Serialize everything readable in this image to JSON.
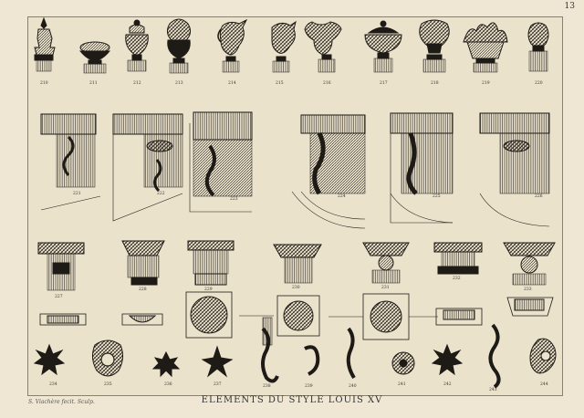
{
  "plate": {
    "number": "13",
    "caption": "ELEMENTS DU STYLE LOUIS XV",
    "signature": "S. Viachère fecit. Sculp."
  },
  "row_vases": {
    "labels": [
      "210",
      "211",
      "212",
      "213",
      "214",
      "215",
      "216",
      "217",
      "218",
      "219",
      "220"
    ]
  },
  "row_cornices": {
    "labels": [
      "221",
      "222",
      "223",
      "224",
      "225",
      "226"
    ]
  },
  "row_capitals": {
    "labels": [
      "227",
      "228",
      "229",
      "230",
      "231",
      "232",
      "233"
    ]
  },
  "row_ornaments": {
    "labels": [
      "234",
      "235",
      "236",
      "237",
      "238",
      "239",
      "240",
      "241",
      "242",
      "243",
      "244"
    ]
  },
  "colors": {
    "ink": "#1e1a16",
    "paper": "#ebe2cc",
    "frame": "#8a8070"
  }
}
